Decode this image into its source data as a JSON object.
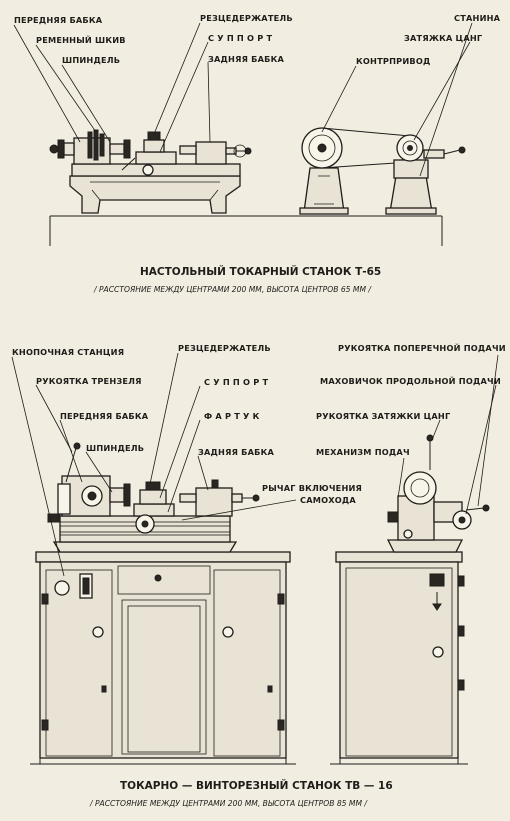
{
  "top_figure": {
    "labels": {
      "headstock": "ПЕРЕДНЯЯ БАБКА",
      "belt_pulley": "РЕМЕННЫЙ ШКИВ",
      "spindle": "ШПИНДЕЛЬ",
      "tool_holder": "РЕЗЦЕДЕРЖАТЕЛЬ",
      "carriage": "С У П П О Р Т",
      "tailstock": "ЗАДНЯЯ БАБКА",
      "bed": "СТАНИНА",
      "collet_tightener": "ЗАТЯЖКА ЦАНГ",
      "countershaft": "КОНТРПРИВОД"
    },
    "caption": "НАСТОЛЬНЫЙ ТОКАРНЫЙ СТАНОК Т-65",
    "subcaption": "/ РАССТОЯНИЕ МЕЖДУ ЦЕНТРАМИ 200 ММ, ВЫСОТА ЦЕНТРОВ 65 ММ /"
  },
  "bottom_figure": {
    "labels": {
      "push_button_station": "КНОПОЧНАЯ СТАНЦИЯ",
      "tumbler_handle": "РУКОЯТКА ТРЕНЗЕЛЯ",
      "headstock": "ПЕРЕДНЯЯ БАБКА",
      "spindle": "ШПИНДЕЛЬ",
      "tool_holder": "РЕЗЦЕДЕРЖАТЕЛЬ",
      "carriage": "С У П П О Р Т",
      "apron": "Ф А Р Т У К",
      "tailstock": "ЗАДНЯЯ БАБКА",
      "feed_lever_1": "РЫЧАГ ВКЛЮЧЕНИЯ",
      "feed_lever_2": "САМОХОДА",
      "cross_feed_handle": "РУКОЯТКА ПОПЕРЕЧНОЙ ПОДАЧИ",
      "longitudinal_handwheel": "МАХОВИЧОК ПРОДОЛЬНОЙ ПОДАЧИ",
      "collet_handle": "РУКОЯТКА ЗАТЯЖКИ ЦАНГ",
      "feed_mechanism": "МЕХАНИЗМ ПОДАЧ"
    },
    "caption": "ТОКАРНО — ВИНТОРЕЗНЫЙ СТАНОК ТВ — 16",
    "subcaption": "/ РАССТОЯНИЕ МЕЖДУ ЦЕНТРАМИ 200 ММ, ВЫСОТА ЦЕНТРОВ 85 ММ /"
  },
  "colors": {
    "ink": "#1f1d1a",
    "paper": "#f1ede1"
  }
}
